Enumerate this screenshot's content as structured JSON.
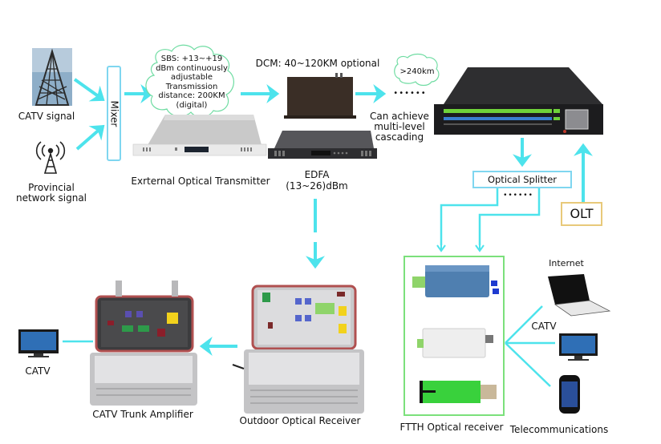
{
  "colors": {
    "arrow": "#4de3ec",
    "mixer_border": "#7fd6f0",
    "splitter_border": "#7fd6f0",
    "olt_border": "#e8c97a",
    "ftth_border": "#7be07b",
    "cloud_border": "#6fdca2"
  },
  "sources": {
    "catv_signal": "CATV signal",
    "provincial": [
      "Provincial",
      "network signal"
    ]
  },
  "mixer": {
    "label": "Mixer"
  },
  "cloud_sbs": {
    "lines": [
      "SBS: +13~+19",
      "dBm continuously",
      "adjustable",
      "Transmission",
      "distance: 200KM",
      "(digital)"
    ]
  },
  "transmitter": {
    "label": "Exrternal Optical Transmitter"
  },
  "dcm": {
    "label": "DCM: 40~120KM optional"
  },
  "edfa": {
    "lines": [
      "EDFA",
      "(13~26)dBm"
    ]
  },
  "cloud_range": {
    "label": ">240km"
  },
  "cascade": {
    "dots": "••••••",
    "lines": [
      "Can achieve",
      "multi-level",
      "cascading"
    ]
  },
  "splitter": {
    "label": "Optical Splitter",
    "dots": "••••••"
  },
  "olt": {
    "label": "OLT"
  },
  "ftth": {
    "label": "FTTH Optical receiver"
  },
  "endpoints": {
    "internet": "Internet",
    "catv_right": "CATV",
    "telecom": "Telecommunications"
  },
  "outdoor_receiver": {
    "label": "Outdoor Optical Receiver"
  },
  "trunk_amp": {
    "label": "CATV Trunk Amplifier"
  },
  "catv_left": {
    "label": "CATV"
  }
}
